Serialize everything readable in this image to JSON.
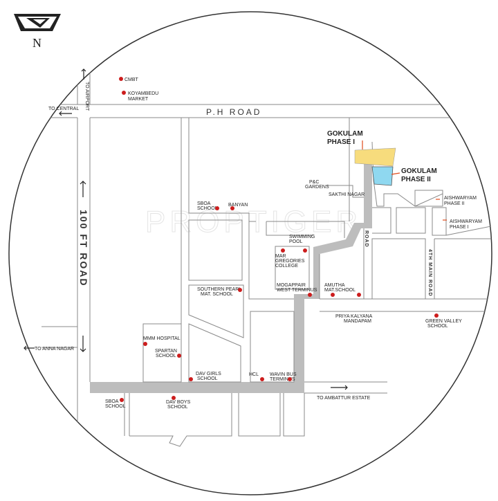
{
  "compass": {
    "north_label": "N"
  },
  "watermark": "PROPTIGER",
  "roads": {
    "ph_road": "P.H ROAD",
    "hundred_ft_road": "100 FT ROAD",
    "road_short": "ROAD",
    "fourth_main_road": "4TH MAIN ROAD"
  },
  "directions": {
    "to_airport": "TO AIRPORT",
    "to_central": "TO CENTRAL",
    "to_anna_nagar": "TO ANNA NAGAR",
    "to_ambattur_estate": "TO AMBATTUR ESTATE"
  },
  "projects": {
    "phase1_line1": "GOKULAM",
    "phase1_line2": "PHASE I",
    "phase2_line1": "GOKULAM",
    "phase2_line2": "PHASE II",
    "phase1_color": "#f7dc7d",
    "phase2_color": "#8fd8f0"
  },
  "places": {
    "cmbt": "CMBT",
    "koyambedu_1": "KOYAMBEDU",
    "koyambedu_2": "MARKET",
    "pc_gardens_1": "P&C",
    "pc_gardens_2": "GARDENS",
    "sakthi_nagar": "SAKTHI NAGAR",
    "aish2_1": "AISHWARYAM",
    "aish2_2": "PHASE II",
    "aish1_1": "AISHWARYAM",
    "aish1_2": "PHASE I",
    "sboa_top_1": "SBOA",
    "sboa_top_2": "SCHOOL",
    "banyan": "BANYAN",
    "swimming_1": "SWIMMING",
    "swimming_2": "POOL",
    "mar_1": "MAR",
    "mar_2": "GREGORIES",
    "mar_3": "COLLEGE",
    "mogappair_1": "MOGAPPAIR",
    "mogappair_2": "WEST TERMINUS",
    "amutha_1": "AMUTHA",
    "amutha_2": "MAT.SCHOOL",
    "priya_1": "PRIYA KALYANA",
    "priya_2": "MANDAPAM",
    "green_1": "GREEN VALLEY",
    "green_2": "SCHOOL",
    "southern_1": "SOUTHERN PEARL",
    "southern_2": "MAT. SCHOOL",
    "mmm": "MMM HOSPITAL",
    "spartan_1": "SPARTAN",
    "spartan_2": "SCHOOL",
    "dav_girls_1": "DAV GIRLS",
    "dav_girls_2": "SCHOOL",
    "hcl": "HCL",
    "wavin_1": "WAVIN BUS",
    "wavin_2": "TERMINUS",
    "sboa_bot_1": "SBOA",
    "sboa_bot_2": "SCHOOL",
    "dav_boys_1": "DAV BOYS",
    "dav_boys_2": "SCHOOL"
  },
  "colors": {
    "marker": "#cc1d1d",
    "main_road": "#bdbdbd"
  }
}
